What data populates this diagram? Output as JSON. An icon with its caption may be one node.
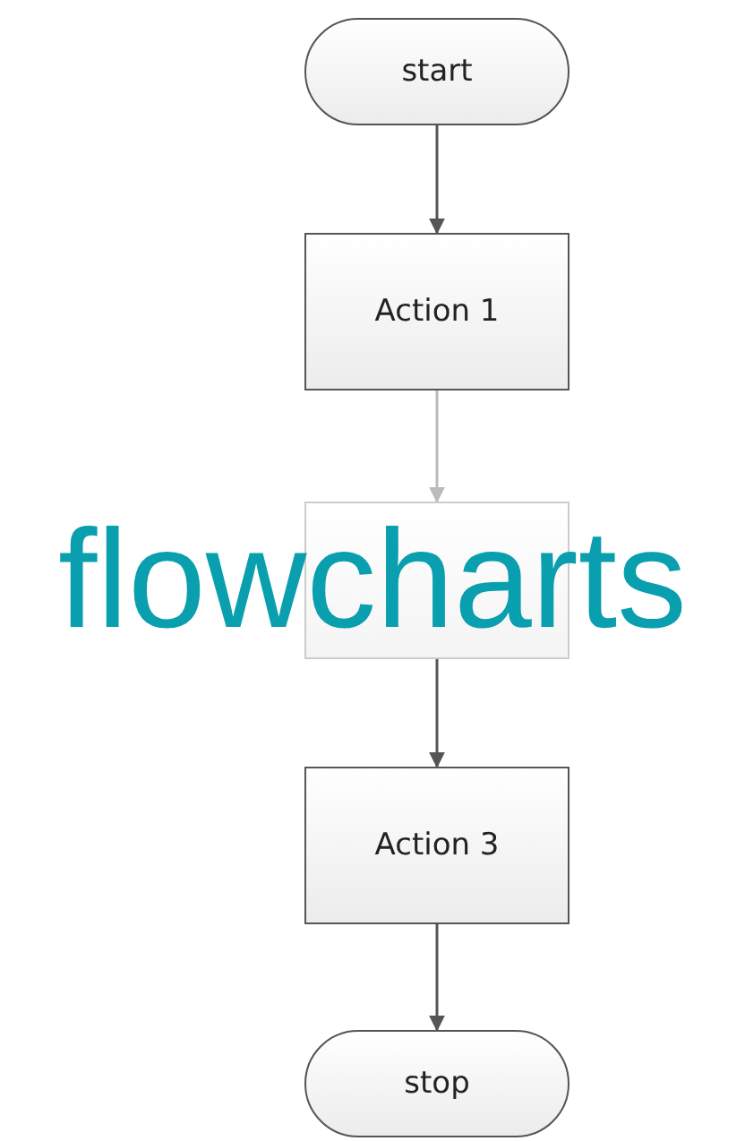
{
  "diagram": {
    "nodes": [
      {
        "text": [
          "start"
        ]
      },
      {
        "text": [
          "Action 1"
        ]
      },
      {
        "text": [],
        "shape": "box"
      },
      {
        "text": [
          "Action 3"
        ]
      },
      {
        "text": [
          "stop"
        ]
      }
    ],
    "edges": [
      {
        "from": 0,
        "to": 1,
        "arrow": "to"
      },
      {
        "from": 1,
        "to": 2,
        "arrow": "to",
        "color": "#bbbbbb"
      },
      {
        "from": 2,
        "to": 3,
        "arrow": "to"
      },
      {
        "from": 3,
        "to": 4,
        "arrow": "to"
      }
    ],
    "labels": [
      "flowcharts"
    ]
  }
}
